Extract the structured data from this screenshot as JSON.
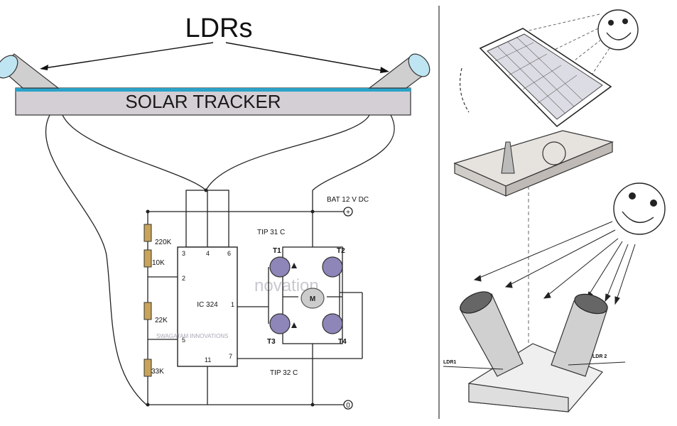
{
  "diagram": {
    "heading": "LDRs",
    "bar_label": "SOLAR TRACKER",
    "ic_label": "IC 324",
    "watermark": "SWAGATAM INNOVATIONS",
    "watermark_big": "novation",
    "battery_label": "BAT 12 V DC",
    "plus_symbol": "+",
    "zero_symbol": "0",
    "motor_label": "M",
    "transistor_top_label": "TIP 31 C",
    "transistor_bottom_label": "TIP 32 C",
    "transistors": [
      "T1",
      "T2",
      "T3",
      "T4"
    ],
    "resistors": [
      "220K",
      "10K",
      "22K",
      "33K"
    ],
    "ic_pins": [
      "3",
      "4",
      "6",
      "2",
      "1",
      "5",
      "11",
      "7"
    ],
    "ldr_labels": [
      "LDR1",
      "LDR 2"
    ]
  },
  "colors": {
    "bar_fill": "#d4cfd4",
    "bar_stripe": "#2aa3c9",
    "ldr_tube": "#cfcfcf",
    "resistor": "#c8a45a",
    "transistor": "#8e86b8"
  }
}
